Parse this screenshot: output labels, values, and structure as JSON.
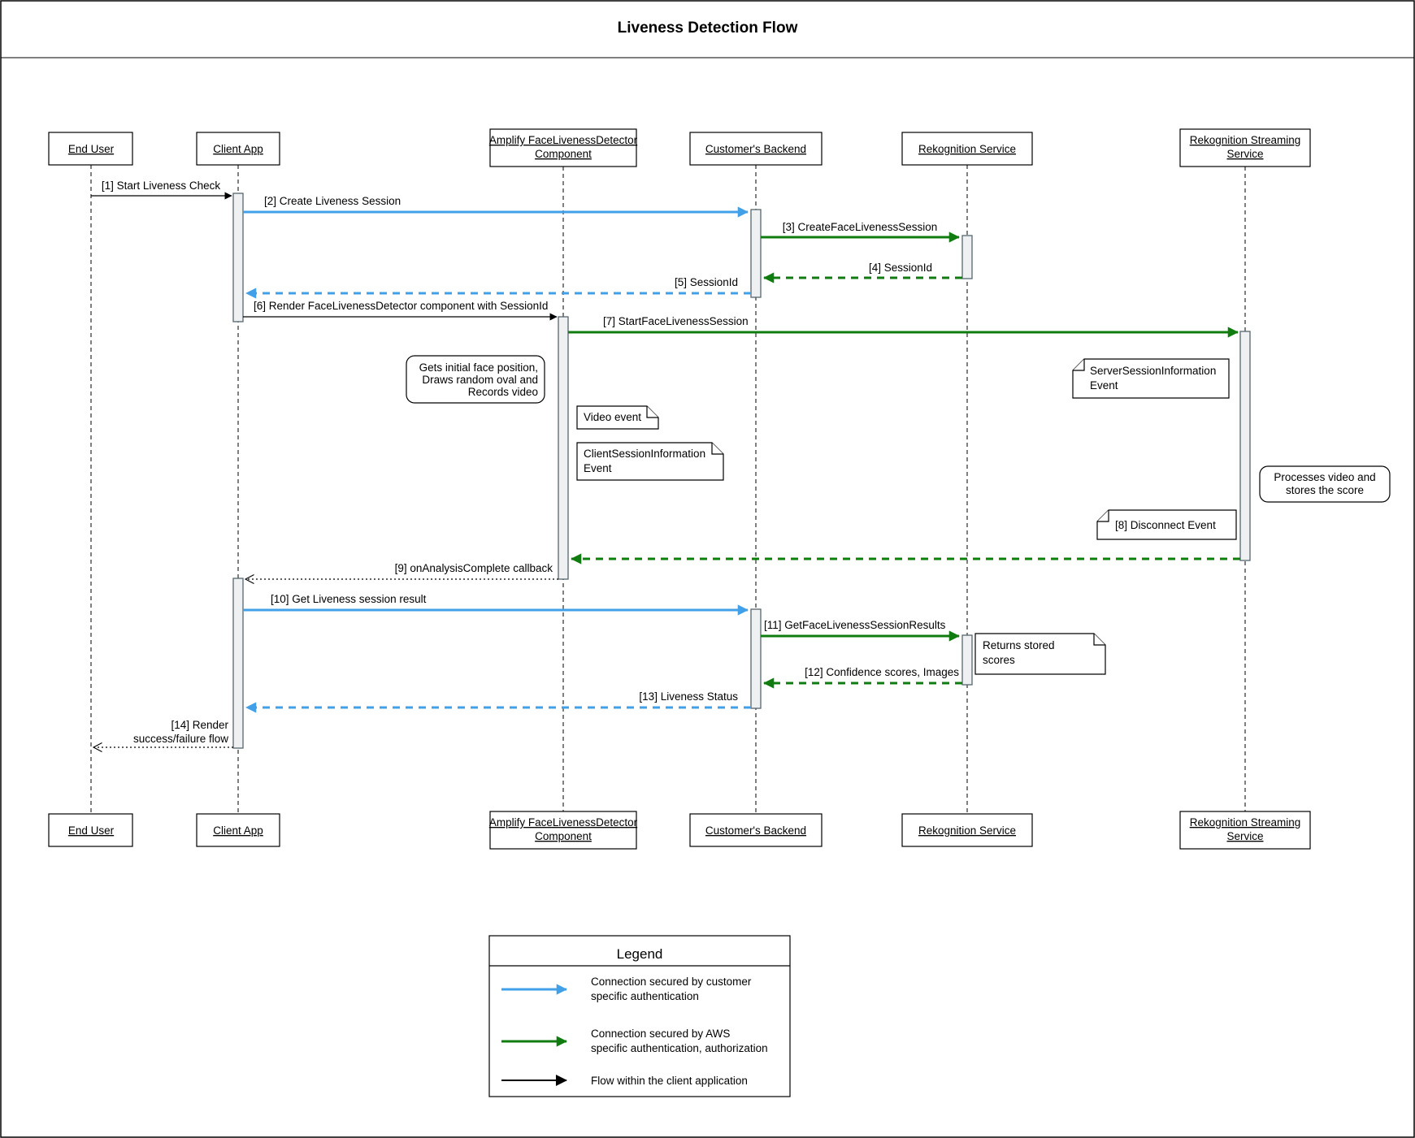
{
  "title": "Liveness Detection Flow",
  "colors": {
    "customer_auth_blue": "#42A0E8",
    "aws_auth_green": "#107C10",
    "flow_black": "#000000"
  },
  "actors": [
    {
      "id": "end-user",
      "lines": [
        "End User"
      ]
    },
    {
      "id": "client-app",
      "lines": [
        "Client App"
      ]
    },
    {
      "id": "amplify-facelivenessdetector-component",
      "lines": [
        "Amplify FaceLivenessDetector",
        "Component"
      ]
    },
    {
      "id": "customers-backend",
      "lines": [
        "Customer's Backend"
      ]
    },
    {
      "id": "rekognition-service",
      "lines": [
        "Rekognition Service"
      ]
    },
    {
      "id": "rekognition-streaming-service",
      "lines": [
        "Rekognition Streaming",
        "Service"
      ]
    }
  ],
  "messages": {
    "m1": {
      "label": "[1] Start Liveness Check"
    },
    "m2": {
      "label": "[2] Create Liveness Session"
    },
    "m3": {
      "label": "[3] CreateFaceLivenessSession"
    },
    "m4": {
      "label": "[4] SessionId"
    },
    "m5": {
      "label": "[5] SessionId"
    },
    "m6": {
      "label": "[6] Render FaceLivenessDetector component with SessionId"
    },
    "m7": {
      "label": "[7] StartFaceLivenessSession"
    },
    "m9": {
      "label": "[9] onAnalysisComplete callback"
    },
    "m10": {
      "label": "[10] Get Liveness session result"
    },
    "m11": {
      "label": "[11] GetFaceLivenessSessionResults"
    },
    "m12": {
      "label": "[12] Confidence scores, Images"
    },
    "m13": {
      "label": "[13] Liveness Status"
    },
    "m14": {
      "label_lines": [
        "[14] Render",
        "success/failure flow"
      ]
    }
  },
  "notes": {
    "gets_initial": {
      "lines": [
        "Gets initial face position,",
        "Draws random oval and",
        "Records video"
      ]
    },
    "video_event": {
      "lines": [
        "Video event"
      ]
    },
    "client_session": {
      "lines": [
        "ClientSessionInformation",
        "Event"
      ]
    },
    "server_session": {
      "lines": [
        "ServerSessionInformation",
        "Event"
      ]
    },
    "processes": {
      "lines": [
        "Processes video and",
        "stores the score"
      ]
    },
    "disconnect": {
      "lines": [
        "[8] Disconnect Event"
      ]
    },
    "returns": {
      "lines": [
        "Returns stored",
        "scores"
      ]
    }
  },
  "legend": {
    "title": "Legend",
    "items": [
      {
        "lines": [
          "Connection secured by customer",
          "specific authentication"
        ]
      },
      {
        "lines": [
          "Connection secured by AWS",
          "specific authentication, authorization"
        ]
      },
      {
        "lines": [
          "Flow within the client application"
        ]
      }
    ]
  }
}
